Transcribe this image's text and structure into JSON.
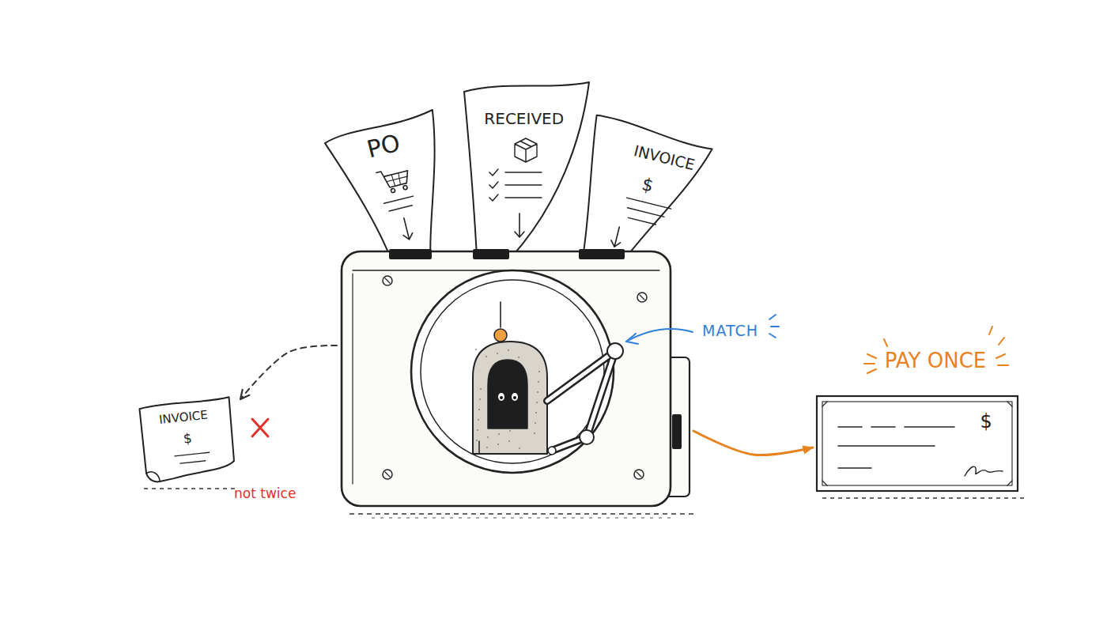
{
  "diagram": {
    "nodes": [
      {
        "text": [
          "PO"
        ]
      },
      {
        "text": [
          "RECEIVED"
        ]
      },
      {
        "text": [
          "INVOICE",
          "$"
        ]
      },
      {
        "text": [
          "MATCH"
        ]
      },
      {
        "text": [
          "INVOICE",
          "$",
          "not twice"
        ]
      },
      {
        "text": [
          "PAY ONCE",
          "$"
        ]
      }
    ],
    "edges": [
      {
        "from": 3,
        "to": 4,
        "arrow": "to"
      },
      {
        "from": 3,
        "to": 5,
        "arrow": "to"
      }
    ]
  }
}
